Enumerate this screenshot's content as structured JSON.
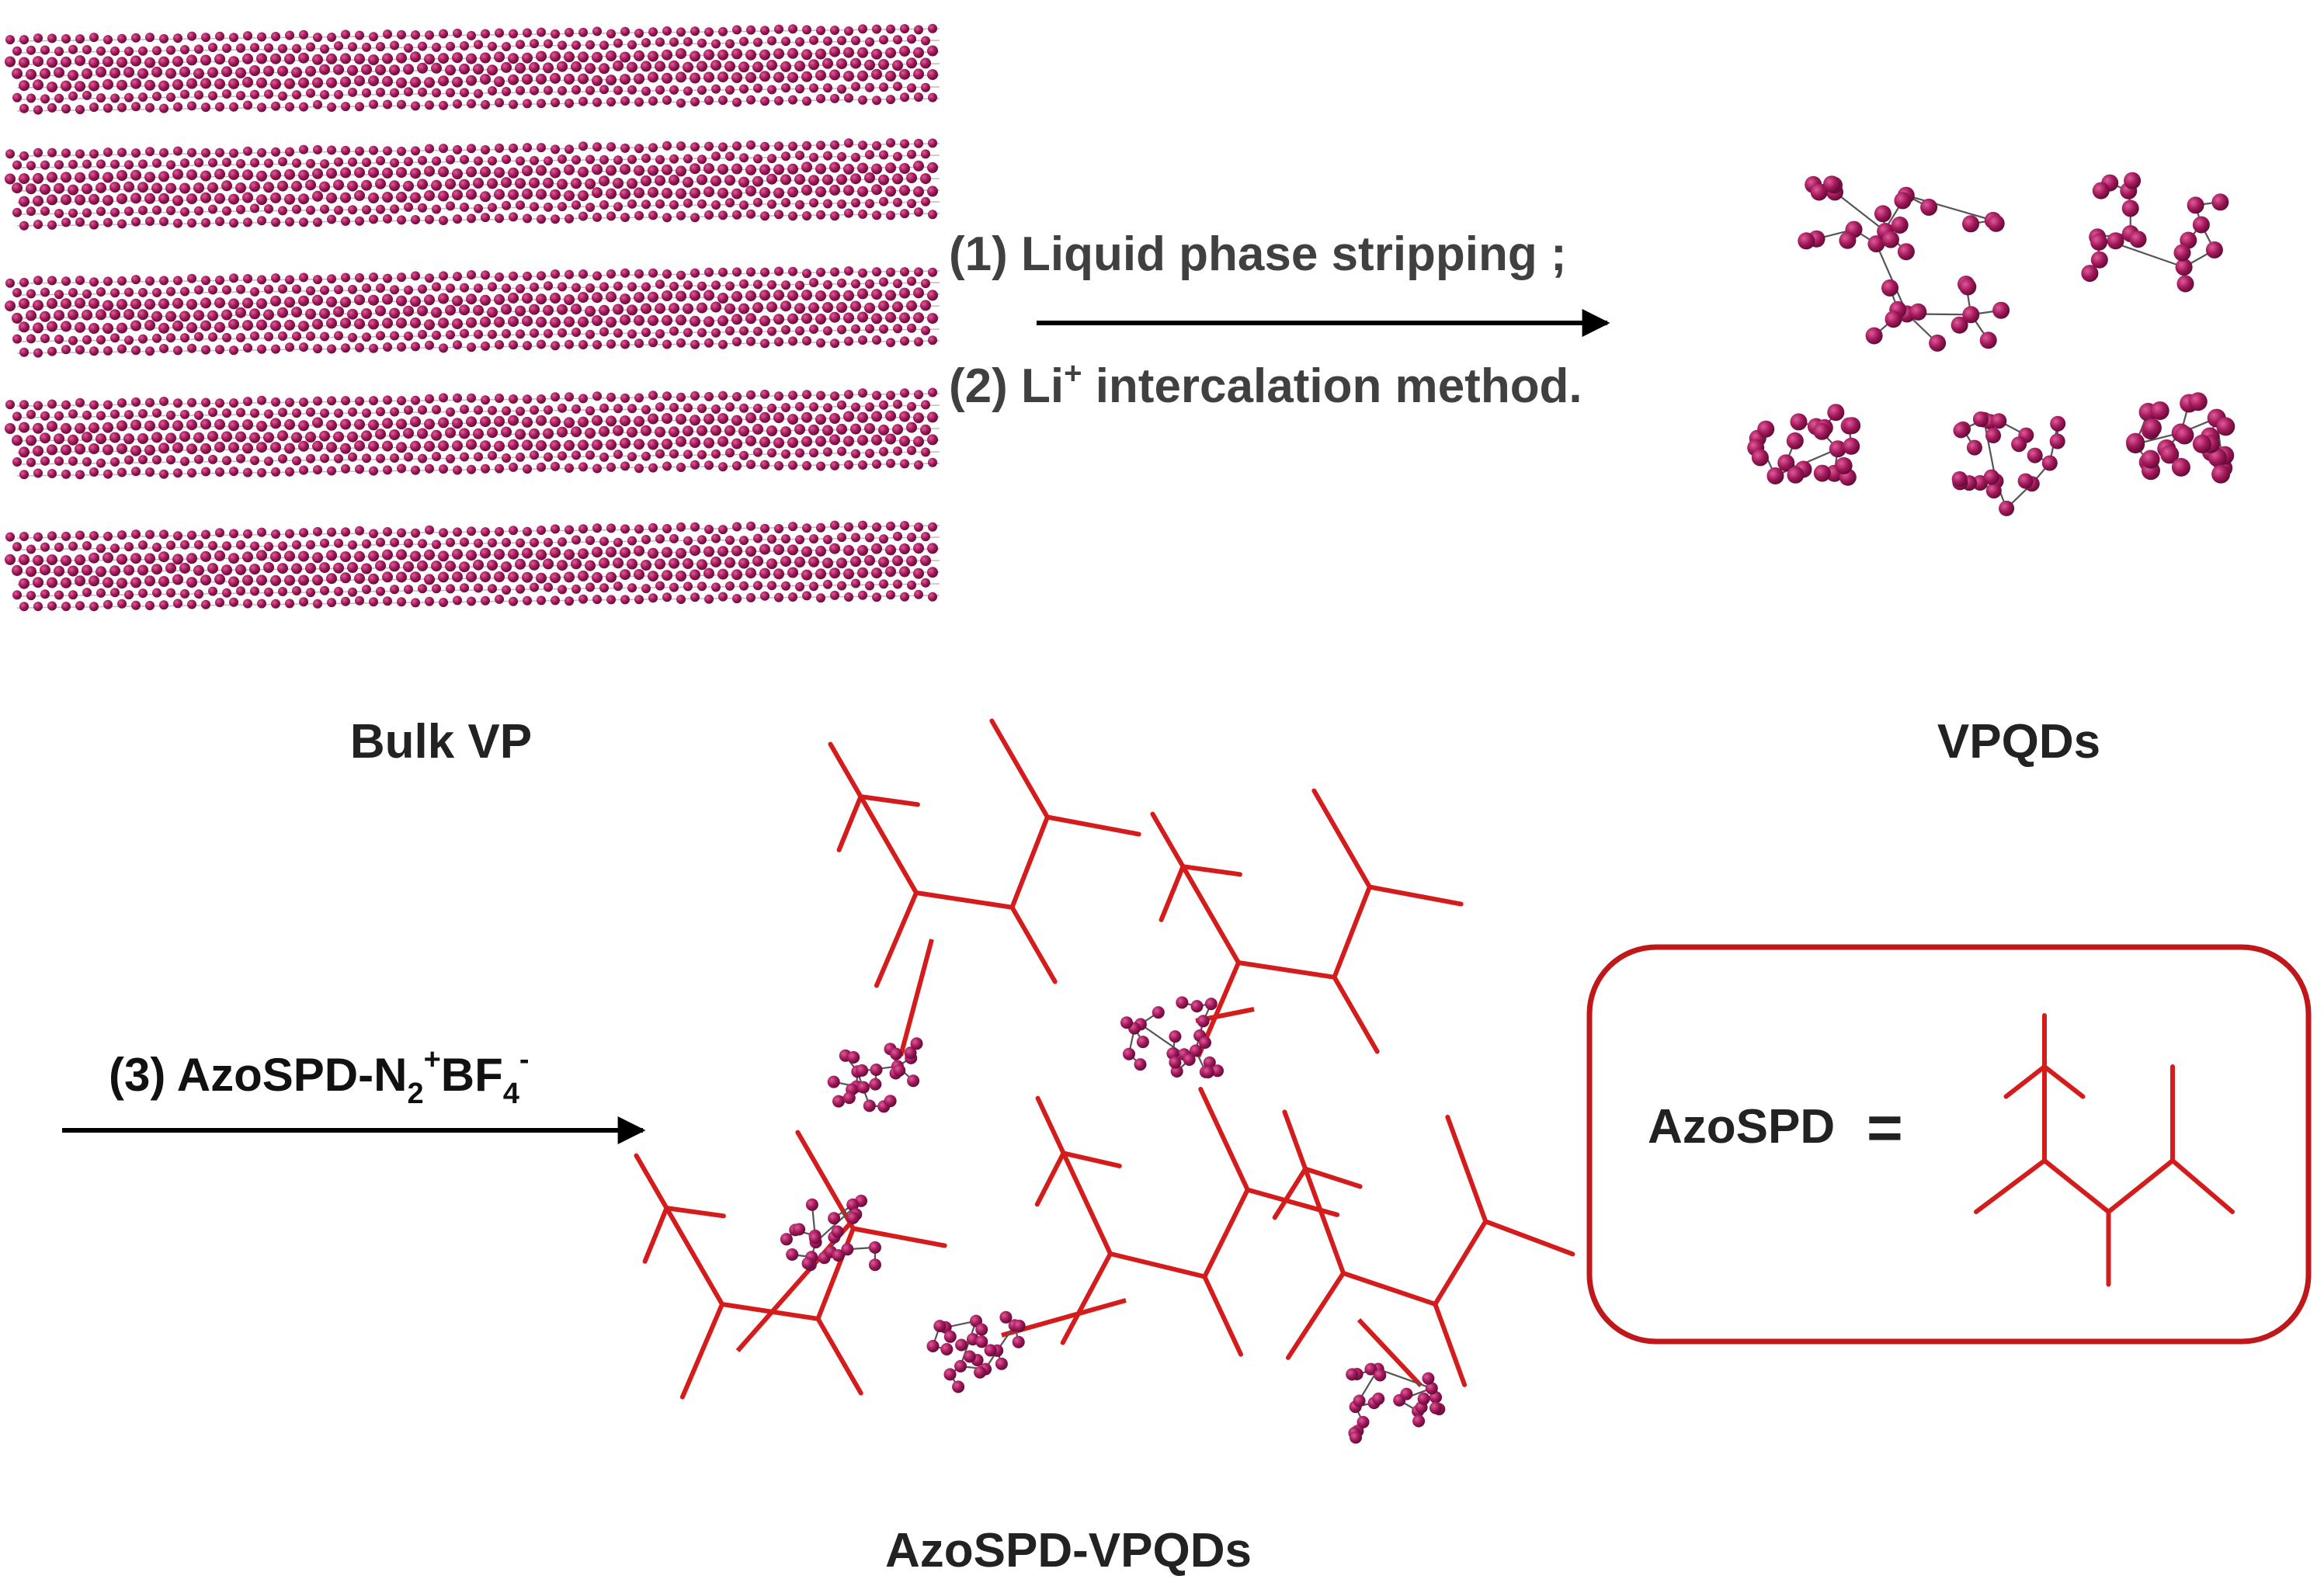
{
  "labels": {
    "bulk": "Bulk VP",
    "vpqds": "VPQDs",
    "product": "AzoSPD-VPQDs",
    "legend_name": "AzoSPD",
    "legend_equals": "="
  },
  "steps": {
    "step1": "(1) Liquid phase stripping ;",
    "step2_pre": "(2) Li",
    "step2_sup": "+",
    "step2_post": " intercalation method.",
    "step3_pre": "(3) AzoSPD-N",
    "step3_sub1": "2",
    "step3_sup1": "+",
    "step3_mid": "BF",
    "step3_sub2": "4",
    "step3_sup2": "-"
  },
  "colors": {
    "atom": "#A0185A",
    "atom_dark": "#6E0E3C",
    "bond": "#555555",
    "ligand": "#D41C1C",
    "legend_border": "#C0181A",
    "text": "#222222",
    "step_text": "#404040",
    "arrow": "#000000"
  }
}
